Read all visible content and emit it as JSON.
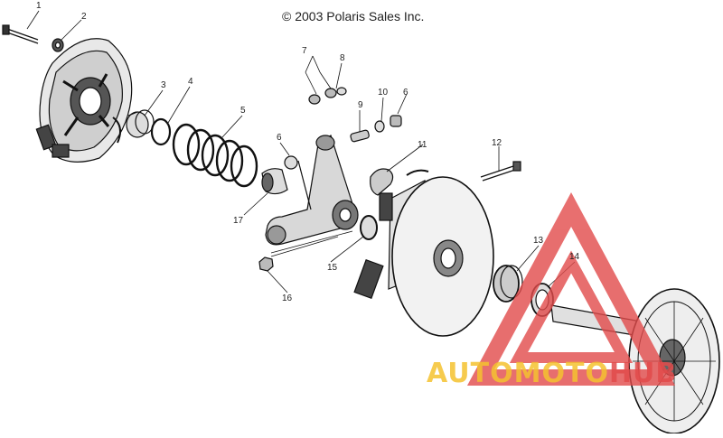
{
  "copyright": "© 2003 Polaris Sales Inc.",
  "callouts": [
    "1",
    "2",
    "3",
    "4",
    "5",
    "6",
    "7",
    "8",
    "9",
    "10",
    "6",
    "11",
    "12",
    "6",
    "17",
    "15",
    "16",
    "13",
    "14"
  ],
  "watermark": {
    "part1": "AUTOMOTO",
    "part2": "HUB",
    "color_triangle": "#e24b4b",
    "color_text_1": "#f5c230",
    "color_text_2": "#e24b4b"
  }
}
